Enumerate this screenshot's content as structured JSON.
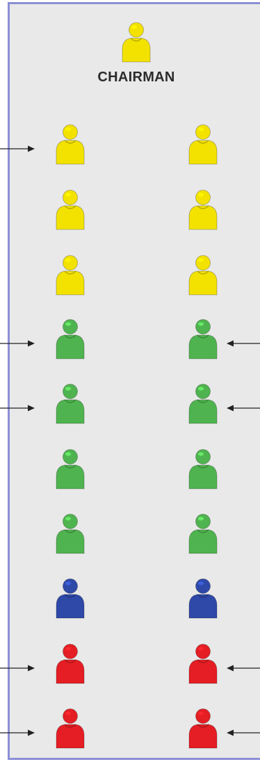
{
  "chairman": {
    "label": "CHAIRMAN",
    "color": "yellow"
  },
  "colors": {
    "yellow": "#f3e200",
    "green": "#4fb44f",
    "blue": "#2f49a8",
    "red": "#e41e24",
    "panel_bg": "#e9e9e9",
    "panel_border": "#8b8fd6"
  },
  "rows": [
    {
      "left": "yellow",
      "right": "yellow",
      "left_arrow": true,
      "right_arrow": false
    },
    {
      "left": "yellow",
      "right": "yellow",
      "left_arrow": false,
      "right_arrow": false
    },
    {
      "left": "yellow",
      "right": "yellow",
      "left_arrow": false,
      "right_arrow": false
    },
    {
      "left": "green",
      "right": "green",
      "left_arrow": true,
      "right_arrow": true
    },
    {
      "left": "green",
      "right": "green",
      "left_arrow": true,
      "right_arrow": true
    },
    {
      "left": "green",
      "right": "green",
      "left_arrow": false,
      "right_arrow": false
    },
    {
      "left": "green",
      "right": "green",
      "left_arrow": false,
      "right_arrow": false
    },
    {
      "left": "blue",
      "right": "blue",
      "left_arrow": false,
      "right_arrow": false
    },
    {
      "left": "red",
      "right": "red",
      "left_arrow": true,
      "right_arrow": true
    },
    {
      "left": "red",
      "right": "red",
      "left_arrow": true,
      "right_arrow": true
    }
  ]
}
